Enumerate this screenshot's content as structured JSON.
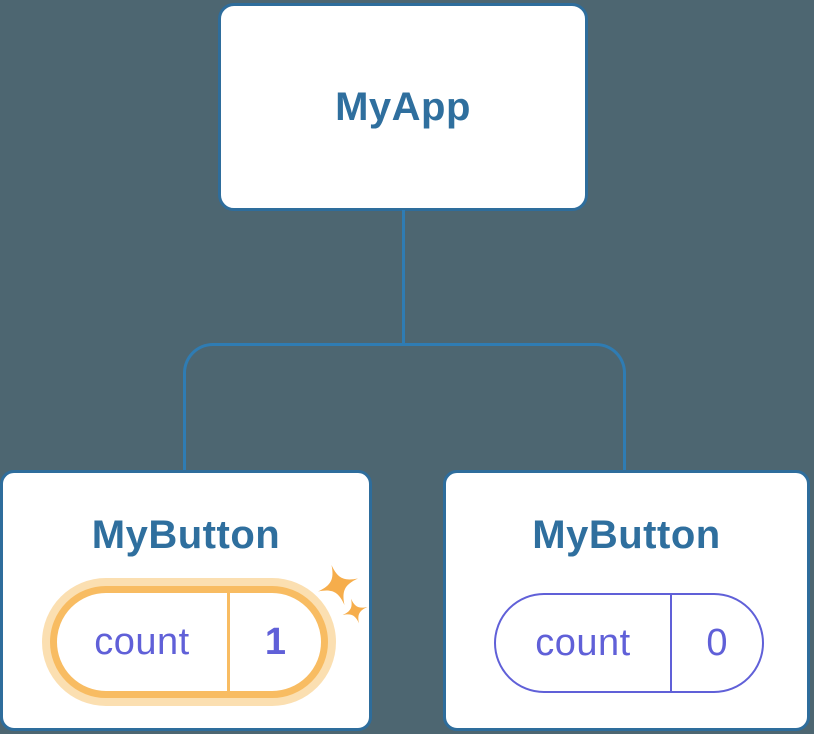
{
  "diagram": {
    "kind": "component-tree",
    "root": {
      "label": "MyApp"
    },
    "children": [
      {
        "label": "MyButton",
        "state": {
          "name": "count",
          "value": "1"
        },
        "highlighted": true
      },
      {
        "label": "MyButton",
        "state": {
          "name": "count",
          "value": "0"
        },
        "highlighted": false
      }
    ]
  },
  "theme": {
    "background": "#4d6671",
    "card_bg": "#ffffff",
    "card_border": "#2e6d9c",
    "connector": "#2f7cb3",
    "title_text": "#2f6f9e",
    "state_text": "#6060d8",
    "highlight": "#f8bc62",
    "highlight_glow": "#fbdfb1",
    "sparkle": "#f6ad4b"
  }
}
